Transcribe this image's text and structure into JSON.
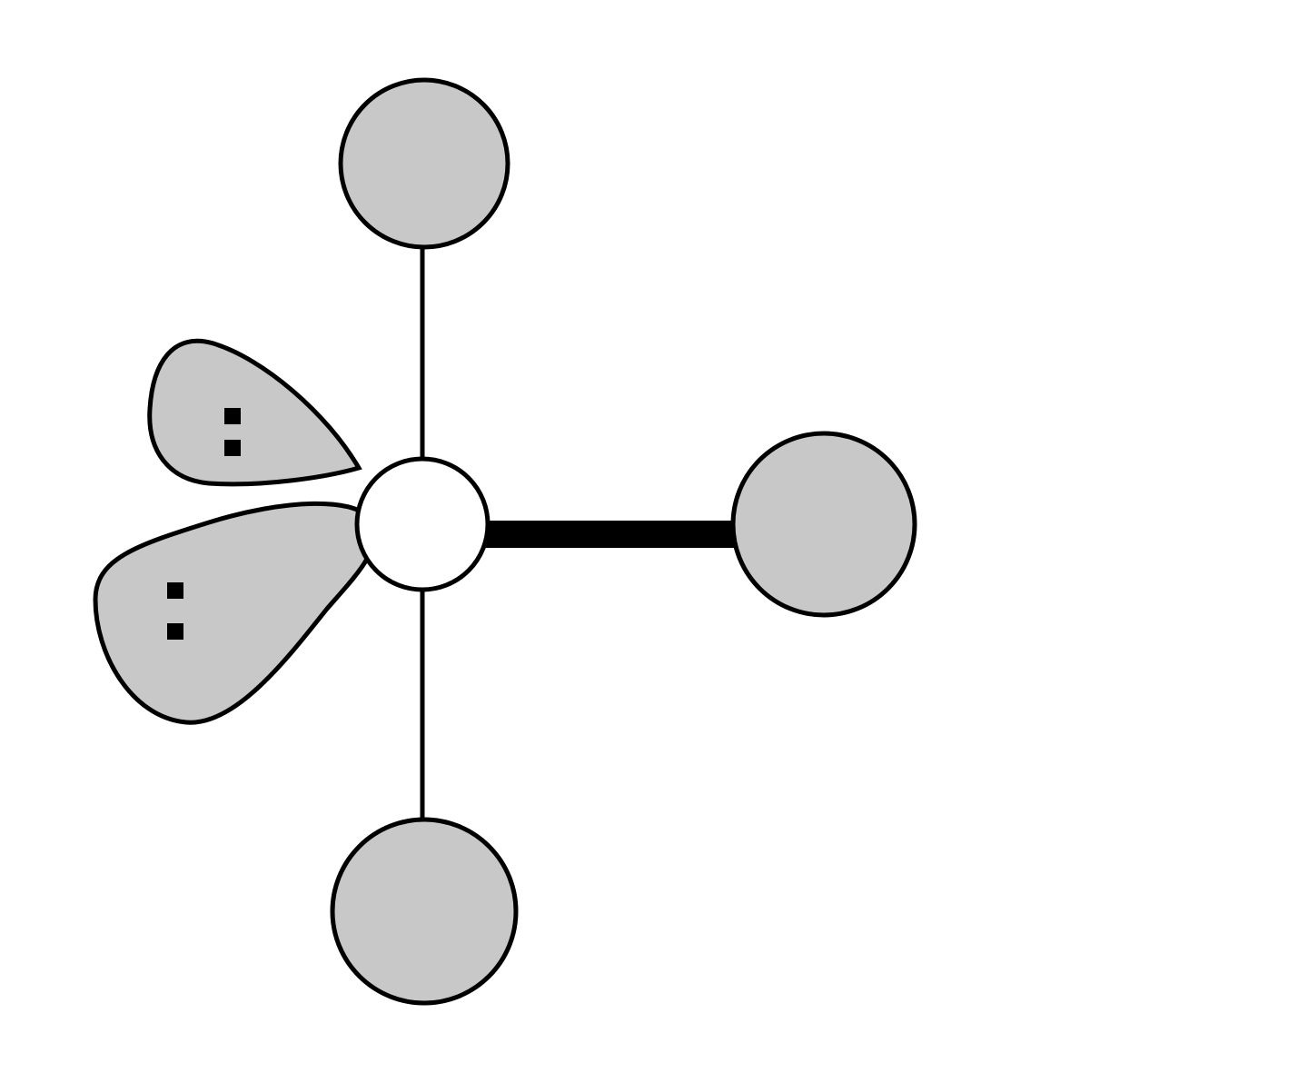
{
  "diagram": {
    "kind": "molecular-geometry",
    "central_atom": {
      "fill": "#ffffff"
    },
    "bonded_atoms": [
      {
        "id": "axial-top",
        "fill": "#c8c8c8"
      },
      {
        "id": "equatorial-right",
        "fill": "#c8c8c8"
      },
      {
        "id": "axial-bottom",
        "fill": "#c8c8c8"
      }
    ],
    "lone_pairs": [
      {
        "id": "upper-left",
        "electrons": 2,
        "fill": "#c8c8c8"
      },
      {
        "id": "lower-left",
        "electrons": 2,
        "fill": "#c8c8c8"
      }
    ],
    "colors": {
      "stroke": "#000000",
      "background": "#ffffff"
    }
  }
}
